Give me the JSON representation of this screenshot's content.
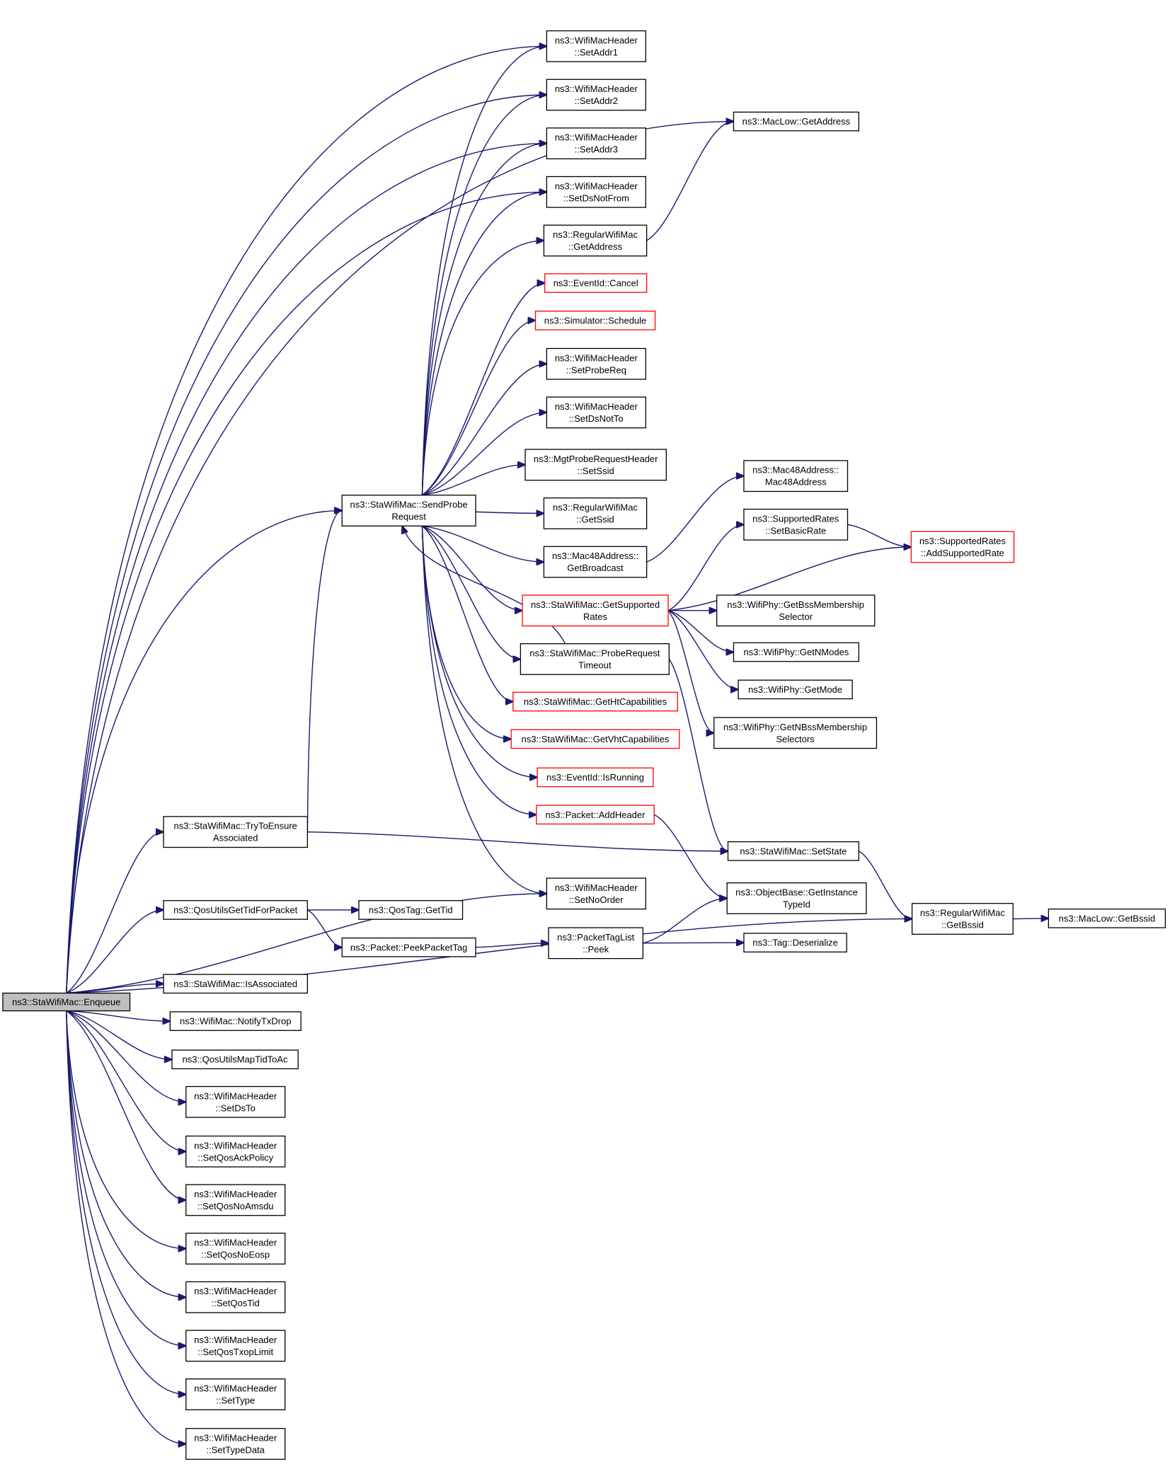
{
  "colors": {
    "edge": "#191970",
    "box_normal": "#000000",
    "box_truncated": "#ff0000",
    "box_root_fill": "#bfbfbf",
    "box_fill": "#ffffff"
  },
  "nodes": {
    "enqueue": {
      "lines": [
        "ns3::StaWifiMac::Enqueue"
      ],
      "style": "root"
    },
    "setaddr1": {
      "lines": [
        "ns3::WifiMacHeader",
        "::SetAddr1"
      ],
      "style": "normal"
    },
    "setaddr2": {
      "lines": [
        "ns3::WifiMacHeader",
        "::SetAddr2"
      ],
      "style": "normal"
    },
    "setaddr3": {
      "lines": [
        "ns3::WifiMacHeader",
        "::SetAddr3"
      ],
      "style": "normal"
    },
    "setdsnotfrom": {
      "lines": [
        "ns3::WifiMacHeader",
        "::SetDsNotFrom"
      ],
      "style": "normal"
    },
    "rwm_getaddress": {
      "lines": [
        "ns3::RegularWifiMac",
        "::GetAddress"
      ],
      "style": "normal"
    },
    "eventid_cancel": {
      "lines": [
        "ns3::EventId::Cancel"
      ],
      "style": "truncated"
    },
    "sim_schedule": {
      "lines": [
        "ns3::Simulator::Schedule"
      ],
      "style": "truncated"
    },
    "setprobereq": {
      "lines": [
        "ns3::WifiMacHeader",
        "::SetProbeReq"
      ],
      "style": "normal"
    },
    "setdsnotto": {
      "lines": [
        "ns3::WifiMacHeader",
        "::SetDsNotTo"
      ],
      "style": "normal"
    },
    "mgt_setssid": {
      "lines": [
        "ns3::MgtProbeRequestHeader",
        "::SetSsid"
      ],
      "style": "normal"
    },
    "rwm_getssid": {
      "lines": [
        "ns3::RegularWifiMac",
        "::GetSsid"
      ],
      "style": "normal"
    },
    "mac48_getbroadcast": {
      "lines": [
        "ns3::Mac48Address::",
        "GetBroadcast"
      ],
      "style": "normal"
    },
    "sta_getsupportedrates": {
      "lines": [
        "ns3::StaWifiMac::GetSupported",
        "Rates"
      ],
      "style": "truncated"
    },
    "sta_probereqtimeout": {
      "lines": [
        "ns3::StaWifiMac::ProbeRequest",
        "Timeout"
      ],
      "style": "normal"
    },
    "sta_gethtcap": {
      "lines": [
        "ns3::StaWifiMac::GetHtCapabilities"
      ],
      "style": "truncated"
    },
    "sta_getvhtcap": {
      "lines": [
        "ns3::StaWifiMac::GetVhtCapabilities"
      ],
      "style": "truncated"
    },
    "eventid_isrunning": {
      "lines": [
        "ns3::EventId::IsRunning"
      ],
      "style": "truncated"
    },
    "packet_addheader": {
      "lines": [
        "ns3::Packet::AddHeader"
      ],
      "style": "truncated"
    },
    "setnoorder": {
      "lines": [
        "ns3::WifiMacHeader",
        "::SetNoOrder"
      ],
      "style": "normal"
    },
    "sendprobe": {
      "lines": [
        "ns3::StaWifiMac::SendProbe",
        "Request"
      ],
      "style": "normal"
    },
    "trytoensure": {
      "lines": [
        "ns3::StaWifiMac::TryToEnsure",
        "Associated"
      ],
      "style": "normal"
    },
    "qosutils_gettid": {
      "lines": [
        "ns3::QosUtilsGetTidForPacket"
      ],
      "style": "normal"
    },
    "qostag_gettid": {
      "lines": [
        "ns3::QosTag::GetTid"
      ],
      "style": "normal"
    },
    "packet_peektag": {
      "lines": [
        "ns3::Packet::PeekPacketTag"
      ],
      "style": "normal"
    },
    "ptl_peek": {
      "lines": [
        "ns3::PacketTagList",
        "::Peek"
      ],
      "style": "normal"
    },
    "maclow_getaddress": {
      "lines": [
        "ns3::MacLow::GetAddress"
      ],
      "style": "normal"
    },
    "mac48_ctor": {
      "lines": [
        "ns3::Mac48Address::",
        "Mac48Address"
      ],
      "style": "normal"
    },
    "supp_setbasicrate": {
      "lines": [
        "ns3::SupportedRates",
        "::SetBasicRate"
      ],
      "style": "normal"
    },
    "supp_addsupportedrate": {
      "lines": [
        "ns3::SupportedRates",
        "::AddSupportedRate"
      ],
      "style": "truncated"
    },
    "phy_getbssmemsel": {
      "lines": [
        "ns3::WifiPhy::GetBssMembership",
        "Selector"
      ],
      "style": "normal"
    },
    "phy_getnmodes": {
      "lines": [
        "ns3::WifiPhy::GetNModes"
      ],
      "style": "normal"
    },
    "phy_getmode": {
      "lines": [
        "ns3::WifiPhy::GetMode"
      ],
      "style": "normal"
    },
    "phy_getnbssmemsel": {
      "lines": [
        "ns3::WifiPhy::GetNBssMembership",
        "Selectors"
      ],
      "style": "normal"
    },
    "sta_setstate": {
      "lines": [
        "ns3::StaWifiMac::SetState"
      ],
      "style": "normal"
    },
    "ob_getinstancetypeid": {
      "lines": [
        "ns3::ObjectBase::GetInstance",
        "TypeId"
      ],
      "style": "normal"
    },
    "tag_deserialize": {
      "lines": [
        "ns3::Tag::Deserialize"
      ],
      "style": "normal"
    },
    "rwm_getbssid": {
      "lines": [
        "ns3::RegularWifiMac",
        "::GetBssid"
      ],
      "style": "normal"
    },
    "maclow_getbssid": {
      "lines": [
        "ns3::MacLow::GetBssid"
      ],
      "style": "normal"
    },
    "sta_isassociated": {
      "lines": [
        "ns3::StaWifiMac::IsAssociated"
      ],
      "style": "normal"
    },
    "wifimac_notifytxdrop": {
      "lines": [
        "ns3::WifiMac::NotifyTxDrop"
      ],
      "style": "normal"
    },
    "qosutils_maptidtoac": {
      "lines": [
        "ns3::QosUtilsMapTidToAc"
      ],
      "style": "normal"
    },
    "setdsto": {
      "lines": [
        "ns3::WifiMacHeader",
        "::SetDsTo"
      ],
      "style": "normal"
    },
    "setqosackpolicy": {
      "lines": [
        "ns3::WifiMacHeader",
        "::SetQosAckPolicy"
      ],
      "style": "normal"
    },
    "setqosnoamsdu": {
      "lines": [
        "ns3::WifiMacHeader",
        "::SetQosNoAmsdu"
      ],
      "style": "normal"
    },
    "setqosnoeosp": {
      "lines": [
        "ns3::WifiMacHeader",
        "::SetQosNoEosp"
      ],
      "style": "normal"
    },
    "setqostid": {
      "lines": [
        "ns3::WifiMacHeader",
        "::SetQosTid"
      ],
      "style": "normal"
    },
    "setqostxoplimit": {
      "lines": [
        "ns3::WifiMacHeader",
        "::SetQosTxopLimit"
      ],
      "style": "normal"
    },
    "settype": {
      "lines": [
        "ns3::WifiMacHeader",
        "::SetType"
      ],
      "style": "normal"
    },
    "settypedata": {
      "lines": [
        "ns3::WifiMacHeader",
        "::SetTypeData"
      ],
      "style": "normal"
    }
  },
  "edges": [
    [
      "enqueue",
      "setaddr1"
    ],
    [
      "enqueue",
      "setaddr2"
    ],
    [
      "enqueue",
      "setaddr3"
    ],
    [
      "enqueue",
      "setdsnotfrom"
    ],
    [
      "enqueue",
      "maclow_getaddress"
    ],
    [
      "enqueue",
      "sendprobe"
    ],
    [
      "enqueue",
      "trytoensure"
    ],
    [
      "enqueue",
      "setnoorder"
    ],
    [
      "enqueue",
      "qosutils_gettid"
    ],
    [
      "enqueue",
      "rwm_getbssid"
    ],
    [
      "enqueue",
      "sta_isassociated"
    ],
    [
      "enqueue",
      "wifimac_notifytxdrop"
    ],
    [
      "enqueue",
      "qosutils_maptidtoac"
    ],
    [
      "enqueue",
      "setdsto"
    ],
    [
      "enqueue",
      "setqosackpolicy"
    ],
    [
      "enqueue",
      "setqosnoamsdu"
    ],
    [
      "enqueue",
      "setqosnoeosp"
    ],
    [
      "enqueue",
      "setqostid"
    ],
    [
      "enqueue",
      "setqostxoplimit"
    ],
    [
      "enqueue",
      "settype"
    ],
    [
      "enqueue",
      "settypedata"
    ],
    [
      "sendprobe",
      "setaddr1"
    ],
    [
      "sendprobe",
      "setaddr2"
    ],
    [
      "sendprobe",
      "setaddr3"
    ],
    [
      "sendprobe",
      "setdsnotfrom"
    ],
    [
      "sendprobe",
      "rwm_getaddress"
    ],
    [
      "sendprobe",
      "eventid_cancel"
    ],
    [
      "sendprobe",
      "sim_schedule"
    ],
    [
      "sendprobe",
      "setprobereq"
    ],
    [
      "sendprobe",
      "setdsnotto"
    ],
    [
      "sendprobe",
      "mgt_setssid"
    ],
    [
      "sendprobe",
      "rwm_getssid"
    ],
    [
      "sendprobe",
      "mac48_getbroadcast"
    ],
    [
      "sendprobe",
      "sta_getsupportedrates"
    ],
    [
      "sendprobe",
      "sta_probereqtimeout"
    ],
    [
      "sendprobe",
      "sta_gethtcap"
    ],
    [
      "sendprobe",
      "sta_getvhtcap"
    ],
    [
      "sendprobe",
      "eventid_isrunning"
    ],
    [
      "sendprobe",
      "packet_addheader"
    ],
    [
      "sendprobe",
      "setnoorder"
    ],
    [
      "sta_probereqtimeout",
      "sendprobe"
    ],
    [
      "sta_probereqtimeout",
      "sta_setstate"
    ],
    [
      "trytoensure",
      "sendprobe"
    ],
    [
      "trytoensure",
      "sta_setstate"
    ],
    [
      "rwm_getaddress",
      "maclow_getaddress"
    ],
    [
      "mac48_getbroadcast",
      "mac48_ctor"
    ],
    [
      "sta_getsupportedrates",
      "supp_setbasicrate"
    ],
    [
      "sta_getsupportedrates",
      "supp_addsupportedrate"
    ],
    [
      "sta_getsupportedrates",
      "phy_getbssmemsel"
    ],
    [
      "sta_getsupportedrates",
      "phy_getnmodes"
    ],
    [
      "sta_getsupportedrates",
      "phy_getmode"
    ],
    [
      "sta_getsupportedrates",
      "phy_getnbssmemsel"
    ],
    [
      "supp_setbasicrate",
      "supp_addsupportedrate"
    ],
    [
      "packet_addheader",
      "ob_getinstancetypeid"
    ],
    [
      "qosutils_gettid",
      "qostag_gettid"
    ],
    [
      "qosutils_gettid",
      "packet_peektag"
    ],
    [
      "packet_peektag",
      "ptl_peek"
    ],
    [
      "ptl_peek",
      "ob_getinstancetypeid"
    ],
    [
      "ptl_peek",
      "tag_deserialize"
    ],
    [
      "sta_setstate",
      "rwm_getbssid"
    ],
    [
      "rwm_getbssid",
      "maclow_getbssid"
    ]
  ]
}
